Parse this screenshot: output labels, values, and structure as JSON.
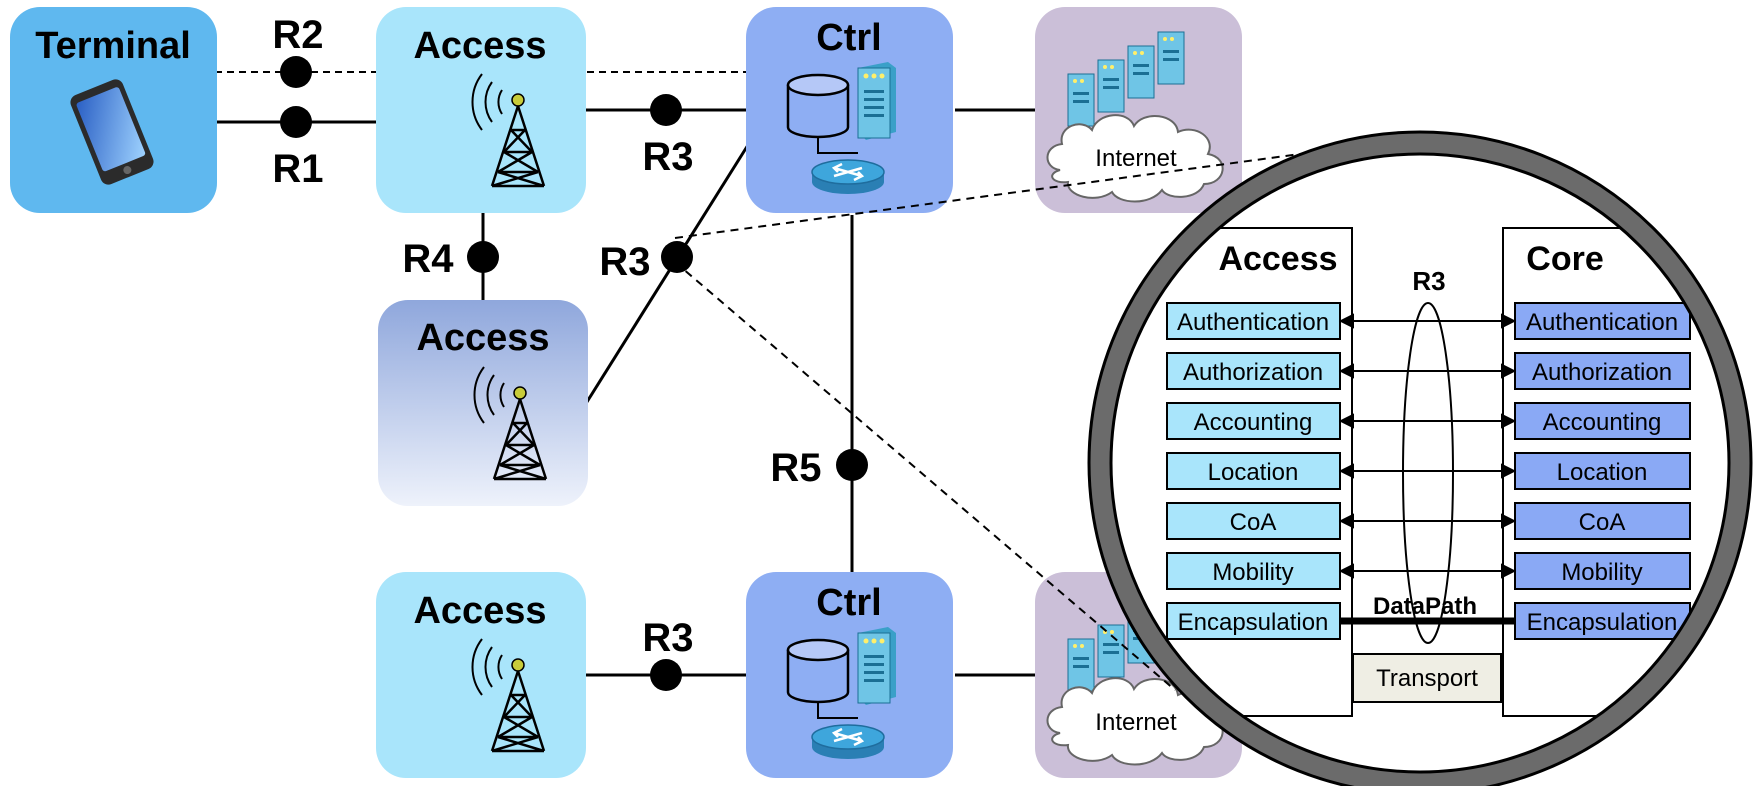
{
  "nodes": {
    "terminal": {
      "title": "Terminal"
    },
    "access_top": {
      "title": "Access"
    },
    "access_mid": {
      "title": "Access"
    },
    "access_bottom": {
      "title": "Access"
    },
    "ctrl_top": {
      "title": "Ctrl"
    },
    "ctrl_bottom": {
      "title": "Ctrl"
    },
    "internet_top": {
      "label": "Internet"
    },
    "internet_bottom": {
      "label": "Internet"
    }
  },
  "reference_points": {
    "r1": "R1",
    "r2": "R2",
    "r3_top": "R3",
    "r3_mid": "R3",
    "r3_bottom": "R3",
    "r4": "R4",
    "r5": "R5"
  },
  "zoom": {
    "access_title": "Access",
    "core_title": "Core",
    "r3_label": "R3",
    "access_functions": [
      "Authentication",
      "Authorization",
      "Accounting",
      "Location",
      "CoA",
      "Mobility",
      "Encapsulation"
    ],
    "core_functions": [
      "Authentication",
      "Authorization",
      "Accounting",
      "Location",
      "CoA",
      "Mobility",
      "Encapsulation"
    ],
    "datapath_label": "DataPath",
    "transport_label": "Transport"
  },
  "colors": {
    "terminal": "#5fb8ef",
    "access": "#a9e5fb",
    "access_gradient_top": "#8fa7dc",
    "ctrl": "#8eaef3",
    "internet_panel": "#cbbfd8",
    "access_func": "#a9e5fb",
    "core_func": "#8aa9f5",
    "transport": "#efeee4",
    "lens_ring": "#6b6b6b"
  }
}
